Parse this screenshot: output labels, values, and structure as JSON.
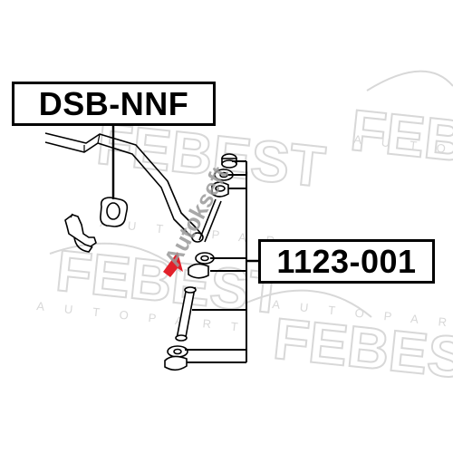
{
  "labels": {
    "part_left": "DSB-NNF",
    "part_right": "1123-001"
  },
  "watermark": {
    "brand": "FEBEST",
    "sub": "AUTOPART",
    "overlay": "Autokseft"
  },
  "colors": {
    "line": "#000000",
    "watermark": "#d8d8d8",
    "overlay_red": "#e2202a",
    "overlay_gray": "#9a9a9a"
  }
}
